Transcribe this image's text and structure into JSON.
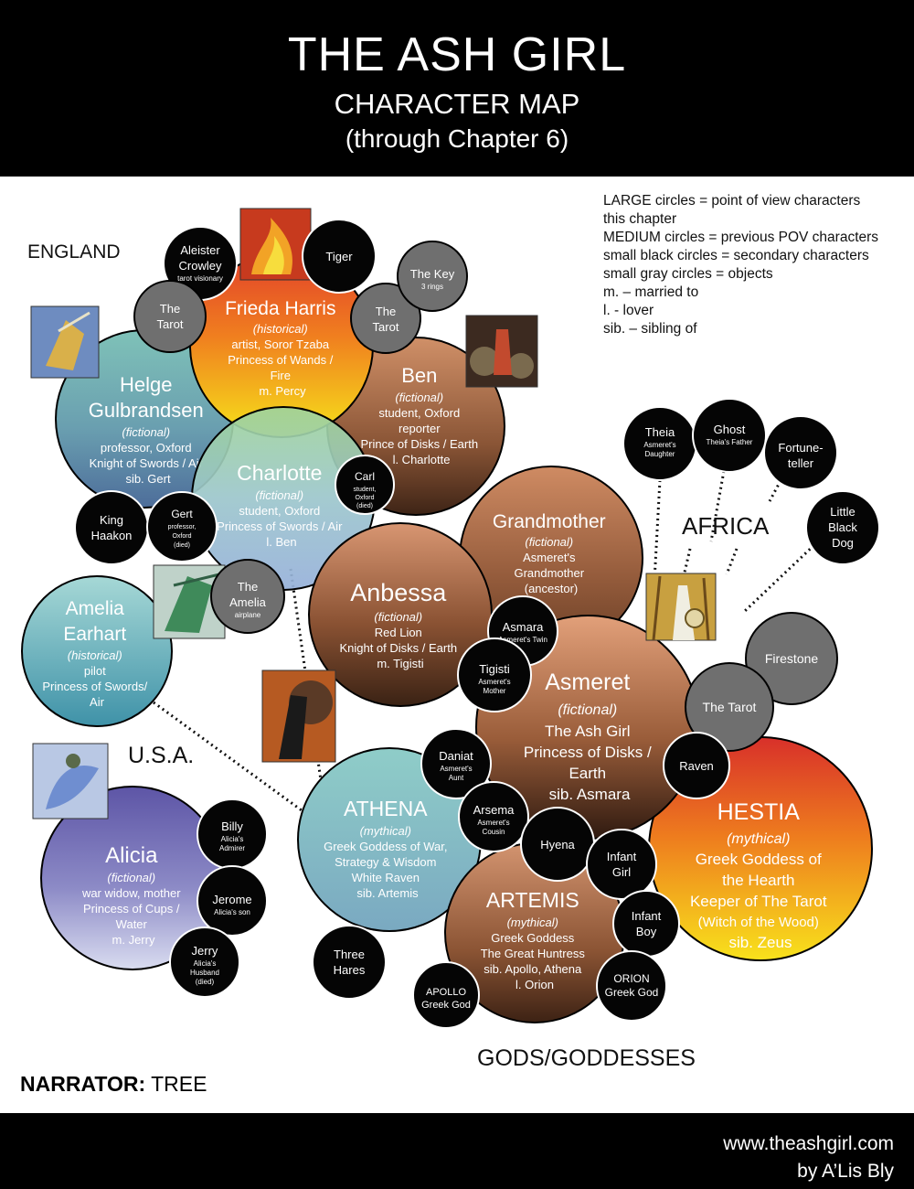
{
  "header": {
    "title": "THE ASH GIRL",
    "subtitle": "CHARACTER MAP",
    "range": "(through Chapter 6)"
  },
  "regions": {
    "england": "ENGLAND",
    "usa": "U.S.A.",
    "africa": "AFRICA",
    "gods": "GODS/GODDESSES"
  },
  "legend": [
    "LARGE circles = point of view characters",
    "this chapter",
    "MEDIUM circles = previous POV characters",
    "small black circles = secondary characters",
    "small gray circles = objects",
    "m. – married to",
    "l. - lover",
    "sib. – sibling of"
  ],
  "narrator": {
    "label": "NARRATOR:",
    "value": "TREE"
  },
  "footer": {
    "site": "www.theashgirl.com",
    "author": "by A’Lis Bly"
  },
  "circles": [
    {
      "id": "helge",
      "kind": "medium",
      "name": [
        "Helge",
        "Gulbrandsen"
      ],
      "type": "(fictional)",
      "details": [
        "professor, Oxford",
        "Knight of Swords / Air",
        "sib. Gert"
      ]
    },
    {
      "id": "frieda",
      "kind": "medium",
      "name": [
        "Frieda Harris"
      ],
      "type": "(historical)",
      "details": [
        "artist, Soror Tzaba",
        "Princess of Wands /",
        "Fire",
        "m. Percy"
      ]
    },
    {
      "id": "ben",
      "kind": "medium",
      "name": [
        "Ben"
      ],
      "type": "(fictional)",
      "details": [
        "student, Oxford",
        "reporter",
        "Prince of Disks / Earth",
        "l. Charlotte"
      ]
    },
    {
      "id": "charlotte",
      "kind": "medium",
      "name": [
        "Charlotte"
      ],
      "type": "(fictional)",
      "details": [
        "student, Oxford",
        "Princess of Swords / Air",
        "l. Ben"
      ]
    },
    {
      "id": "amelia",
      "kind": "medium",
      "name": [
        "Amelia",
        "Earhart"
      ],
      "type": "(historical)",
      "details": [
        "pilot",
        "Princess of Swords/",
        "Air"
      ]
    },
    {
      "id": "anbessa",
      "kind": "medium",
      "name": [
        "Anbessa"
      ],
      "type": "(fictional)",
      "details": [
        "Red Lion",
        "Knight of Disks / Earth",
        "m. Tigisti"
      ]
    },
    {
      "id": "grandmother",
      "kind": "medium",
      "name": [
        "Grandmother"
      ],
      "type": "(fictional)",
      "details": [
        "Asmeret's",
        "Grandmother",
        "(ancestor)"
      ]
    },
    {
      "id": "alicia",
      "kind": "medium",
      "name": [
        "Alicia"
      ],
      "type": "(fictional)",
      "details": [
        "war widow, mother",
        "Princess of Cups /",
        "Water",
        "m. Jerry"
      ]
    },
    {
      "id": "athena",
      "kind": "medium",
      "name": [
        "ATHENA"
      ],
      "type": "(mythical)",
      "details": [
        "Greek Goddess of War,",
        "Strategy & Wisdom",
        "White Raven",
        "sib. Artemis"
      ]
    },
    {
      "id": "artemis",
      "kind": "medium",
      "name": [
        "ARTEMIS"
      ],
      "type": "(mythical)",
      "details": [
        "Greek Goddess",
        "The Great Huntress",
        "sib. Apollo, Athena",
        "l. Orion"
      ]
    },
    {
      "id": "asmeret",
      "kind": "large",
      "name": [
        "Asmeret"
      ],
      "type": "(fictional)",
      "details": [
        "The Ash Girl",
        "Princess of Disks /",
        "Earth",
        "sib. Asmara"
      ]
    },
    {
      "id": "hestia",
      "kind": "large",
      "name": [
        "HESTIA"
      ],
      "type": "(mythical)",
      "details": [
        "Greek Goddess of",
        "the Hearth",
        "Keeper of The Tarot",
        "(Witch of the Wood)",
        "sib. Zeus"
      ]
    }
  ],
  "smalls": [
    {
      "id": "aleister",
      "kind": "black",
      "label": [
        "Aleister",
        "Crowley"
      ],
      "note": [
        "tarot visionary"
      ]
    },
    {
      "id": "tiger",
      "kind": "black",
      "label": [
        "Tiger"
      ],
      "note": []
    },
    {
      "id": "tarot1",
      "kind": "gray",
      "label": [
        "The",
        "Tarot"
      ],
      "note": []
    },
    {
      "id": "tarot2",
      "kind": "gray",
      "label": [
        "The",
        "Tarot"
      ],
      "note": []
    },
    {
      "id": "thekey",
      "kind": "gray",
      "label": [
        "The Key"
      ],
      "note": [
        "3 rings"
      ]
    },
    {
      "id": "carl",
      "kind": "black",
      "label": [
        "Carl"
      ],
      "note": [
        "student,",
        "Oxford",
        "(died)"
      ]
    },
    {
      "id": "king",
      "kind": "black",
      "label": [
        "King",
        "Haakon"
      ],
      "note": []
    },
    {
      "id": "gert",
      "kind": "black",
      "label": [
        "Gert"
      ],
      "note": [
        "professor,",
        "Oxford",
        "(died)"
      ]
    },
    {
      "id": "ameliaplane",
      "kind": "gray",
      "label": [
        "The",
        "Amelia"
      ],
      "note": [
        "airplane"
      ]
    },
    {
      "id": "theia",
      "kind": "black",
      "label": [
        "Theia"
      ],
      "note": [
        "Asmeret's",
        "Daughter"
      ]
    },
    {
      "id": "ghost",
      "kind": "black",
      "label": [
        "Ghost"
      ],
      "note": [
        "Theia's Father"
      ]
    },
    {
      "id": "fortune",
      "kind": "black",
      "label": [
        "Fortune-",
        "teller"
      ],
      "note": []
    },
    {
      "id": "dog",
      "kind": "black",
      "label": [
        "Little",
        "Black",
        "Dog"
      ],
      "note": []
    },
    {
      "id": "asmara",
      "kind": "black",
      "label": [
        "Asmara"
      ],
      "note": [
        "Asmeret's Twin"
      ]
    },
    {
      "id": "tigisti",
      "kind": "black",
      "label": [
        "Tigisti"
      ],
      "note": [
        "Asmeret's",
        "Mother"
      ]
    },
    {
      "id": "firestone",
      "kind": "gray",
      "label": [
        "Firestone"
      ],
      "note": []
    },
    {
      "id": "tarot3",
      "kind": "gray",
      "label": [
        "The Tarot"
      ],
      "note": []
    },
    {
      "id": "raven",
      "kind": "black",
      "label": [
        "Raven"
      ],
      "note": []
    },
    {
      "id": "daniat",
      "kind": "black",
      "label": [
        "Daniat"
      ],
      "note": [
        "Asmeret's",
        "Aunt"
      ]
    },
    {
      "id": "arsema",
      "kind": "black",
      "label": [
        "Arsema"
      ],
      "note": [
        "Asmeret's",
        "Cousin"
      ]
    },
    {
      "id": "hyena",
      "kind": "black",
      "label": [
        "Hyena"
      ],
      "note": []
    },
    {
      "id": "infantgirl",
      "kind": "black",
      "label": [
        "Infant",
        "Girl"
      ],
      "note": []
    },
    {
      "id": "infantboy",
      "kind": "black",
      "label": [
        "Infant",
        "Boy"
      ],
      "note": []
    },
    {
      "id": "orion",
      "kind": "black",
      "label": [
        "ORION",
        "Greek God"
      ],
      "note": []
    },
    {
      "id": "apollo",
      "kind": "black",
      "label": [
        "APOLLO",
        "Greek God"
      ],
      "note": []
    },
    {
      "id": "hares",
      "kind": "black",
      "label": [
        "Three",
        "Hares"
      ],
      "note": []
    },
    {
      "id": "billy",
      "kind": "black",
      "label": [
        "Billy"
      ],
      "note": [
        "Alicia's",
        "Admirer"
      ]
    },
    {
      "id": "jerome",
      "kind": "black",
      "label": [
        "Jerome"
      ],
      "note": [
        "Alicia's son"
      ]
    },
    {
      "id": "jerry",
      "kind": "black",
      "label": [
        "Jerry"
      ],
      "note": [
        "Alicia's",
        "Husband",
        "(died)"
      ]
    }
  ],
  "colors": {
    "band": "#000000",
    "small_black": "#050505",
    "small_gray": "#6f6f6f",
    "connector": "#111111"
  }
}
